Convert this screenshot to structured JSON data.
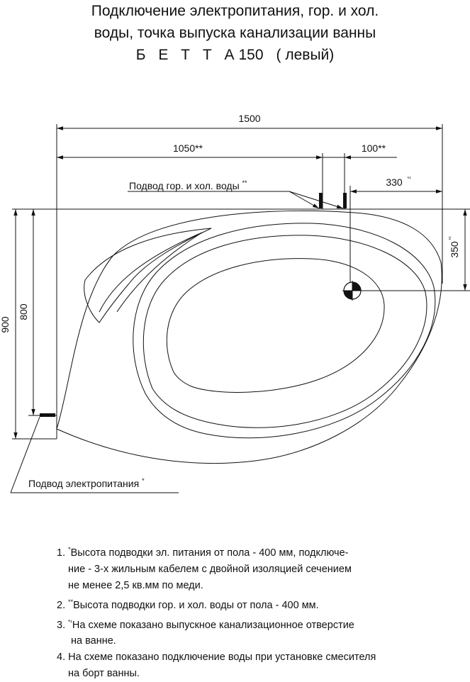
{
  "title": {
    "line1": "Подключение электропитания, гор. и хол.",
    "line2": "воды, точка выпуска канализации ванны",
    "model": "Б Е Т Т А",
    "model_num": "150",
    "side": "( левый)"
  },
  "dimensions": {
    "total_width": "1500",
    "water_offset": "1050**",
    "water_spacing": "100**",
    "drain_x": "330",
    "drain_y": "350",
    "total_depth": "900",
    "power_height": "800",
    "drain_mark": "*¹"
  },
  "labels": {
    "water_supply": "Подвод гор. и хол. воды",
    "water_supply_mark": "**",
    "power_supply": "Подвод электропитания",
    "power_supply_mark": "*"
  },
  "notes": [
    {
      "num": "1.",
      "mark": "*",
      "lines": [
        "Высота подводки эл. питания от пола - 400 мм, подключе-",
        "ние - 3-х жильным кабелем с двойной изоляцией сечением",
        "не менее 2,5 кв.мм по меди."
      ]
    },
    {
      "num": "2.",
      "mark": "**",
      "lines": [
        "Высота подводки гор. и хол. воды от пола - 400 мм."
      ]
    },
    {
      "num": "3.",
      "mark": "*¹",
      "lines": [
        "На схеме показано выпускное канализационное отверстие",
        "на ванне."
      ]
    },
    {
      "num": "4.",
      "mark": "",
      "lines": [
        "На схеме показано подключение воды при установке смесителя",
        "на борт ванны."
      ]
    }
  ]
}
